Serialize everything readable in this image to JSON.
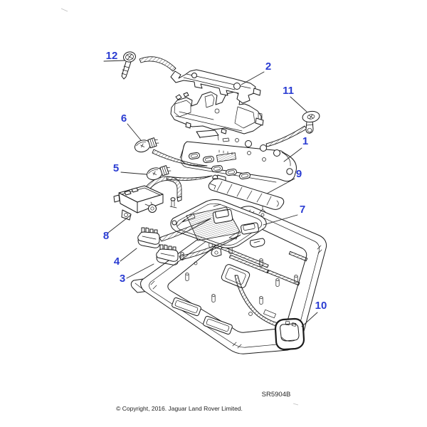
{
  "figure": {
    "type": "exploded-parts-diagram",
    "drawing_code": "SR5904B",
    "copyright": "© Copyright, 2016. Jaguar Land Rover Limited.",
    "colors": {
      "callout_blue": "#2a3cd2",
      "line": "#1b1b1b",
      "background": "#ffffff"
    },
    "callouts": [
      {
        "label": "1"
      },
      {
        "label": "2"
      },
      {
        "label": "3"
      },
      {
        "label": "4"
      },
      {
        "label": "5"
      },
      {
        "label": "6"
      },
      {
        "label": "7"
      },
      {
        "label": "8"
      },
      {
        "label": "9"
      },
      {
        "label": "10"
      },
      {
        "label": "11"
      },
      {
        "label": "12"
      }
    ]
  }
}
